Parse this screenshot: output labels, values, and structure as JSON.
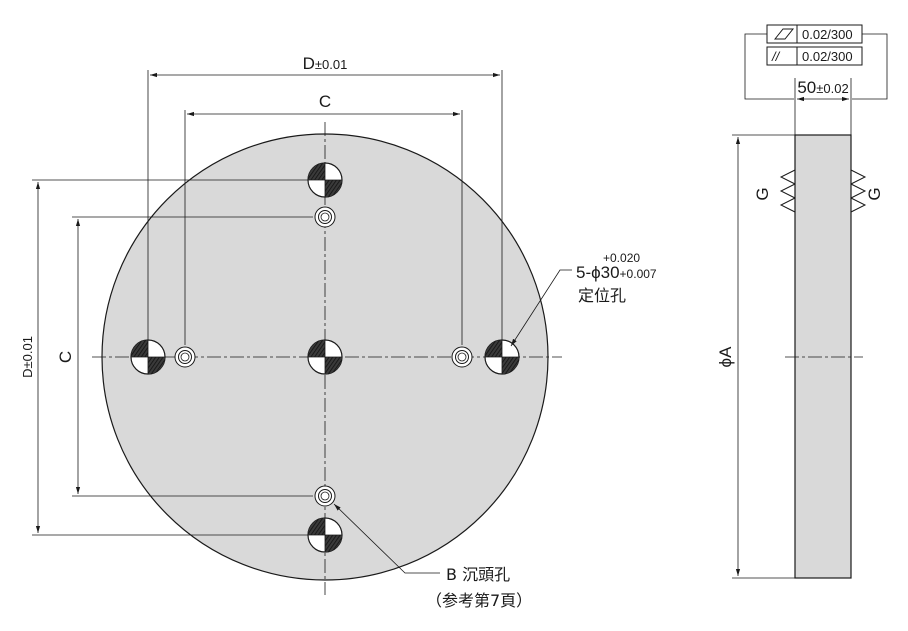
{
  "front_view": {
    "dim_d_horizontal": "D",
    "dim_d_horizontal_tol": "±0.01",
    "dim_c_horizontal": "C",
    "dim_d_vertical": "D±0.01",
    "dim_c_vertical": "C",
    "locating_holes": {
      "prefix": "5-ϕ30",
      "tol_upper": "+0.020",
      "tol_lower": "+0.007",
      "name": "定位孔"
    },
    "counterbore": {
      "label": "B 沉頭孔",
      "note": "（参考第7頁）"
    }
  },
  "side_view": {
    "flatness_symbol": "flatness-symbol",
    "flatness_value": "0.02/300",
    "parallelism_symbol": "//",
    "parallelism_value": "0.02/300",
    "thickness": "50",
    "thickness_tol": "±0.02",
    "diameter_label": "ϕA",
    "surface_finish_symbol": "G"
  }
}
